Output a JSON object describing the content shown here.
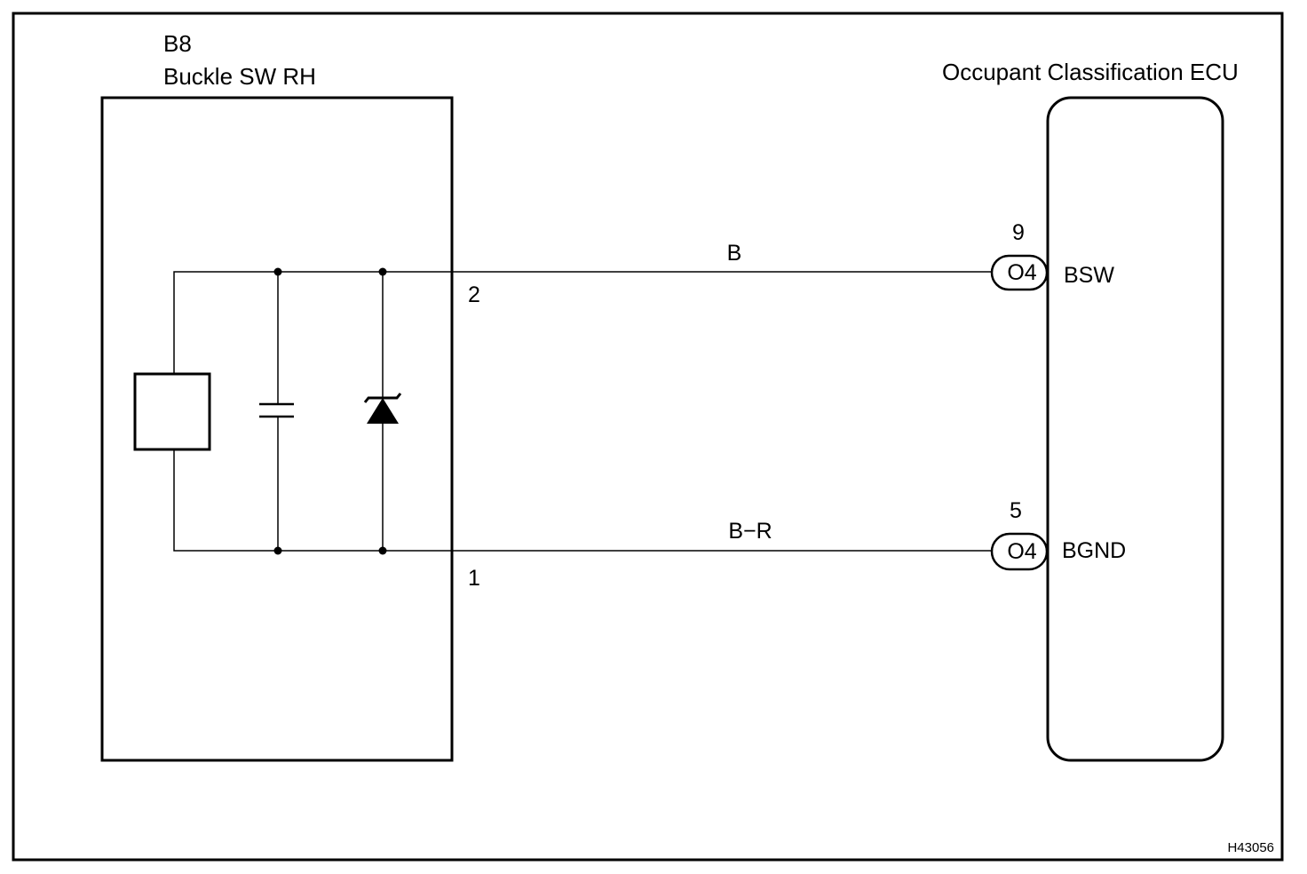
{
  "component_left": {
    "code": "B8",
    "name": "Buckle SW RH",
    "pins": {
      "top": "2",
      "bottom": "1"
    }
  },
  "component_right": {
    "name": "Occupant Classification ECU",
    "terminals": [
      {
        "pin": "9",
        "connector": "O4",
        "signal": "BSW"
      },
      {
        "pin": "5",
        "connector": "O4",
        "signal": "BGND"
      }
    ]
  },
  "wires": [
    {
      "color_code": "B"
    },
    {
      "color_code": "B−R"
    }
  ],
  "figure_id": "H43056"
}
